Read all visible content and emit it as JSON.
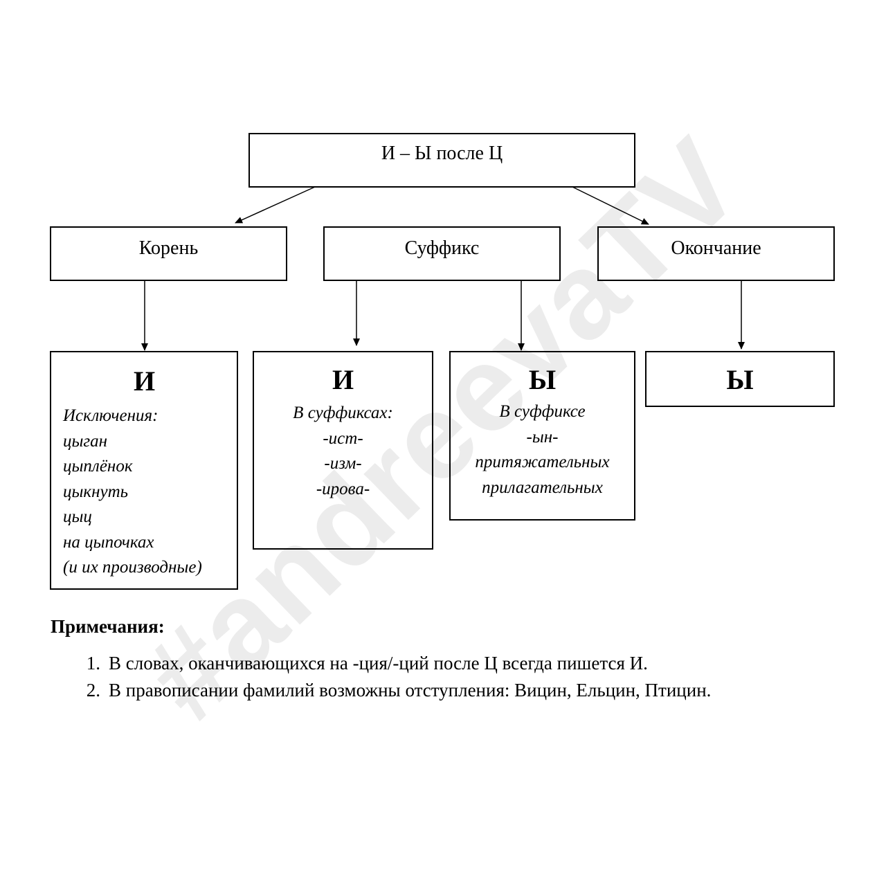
{
  "watermark": "#andreevaTV",
  "root": "И – Ы после Ц",
  "categories": [
    {
      "label": "Корень"
    },
    {
      "label": "Суффикс"
    },
    {
      "label": "Окончание"
    }
  ],
  "leaves": [
    {
      "letter": "И",
      "lines": [
        "Исключения:",
        "цыган",
        "цыплёнок",
        "цыкнуть",
        "цыц",
        "на цыпочках",
        "(и их производные)"
      ]
    },
    {
      "letter": "И",
      "lines": [
        "В суффиксах:",
        "-ист-",
        "-изм-",
        "-ирова-"
      ]
    },
    {
      "letter": "Ы",
      "lines": [
        "В суффиксе",
        "-ын-",
        "притяжательных",
        "прилагательных"
      ]
    },
    {
      "letter": "Ы",
      "lines": []
    }
  ],
  "notes": {
    "title": "Примечания:",
    "items": [
      {
        "num": "1.",
        "text": "В словах, оканчивающихся на -ция/-ций после Ц всегда пишется И."
      },
      {
        "num": "2.",
        "text": "В правописании фамилий возможны отступления: Вицин, Ельцин, Птицин."
      }
    ]
  }
}
